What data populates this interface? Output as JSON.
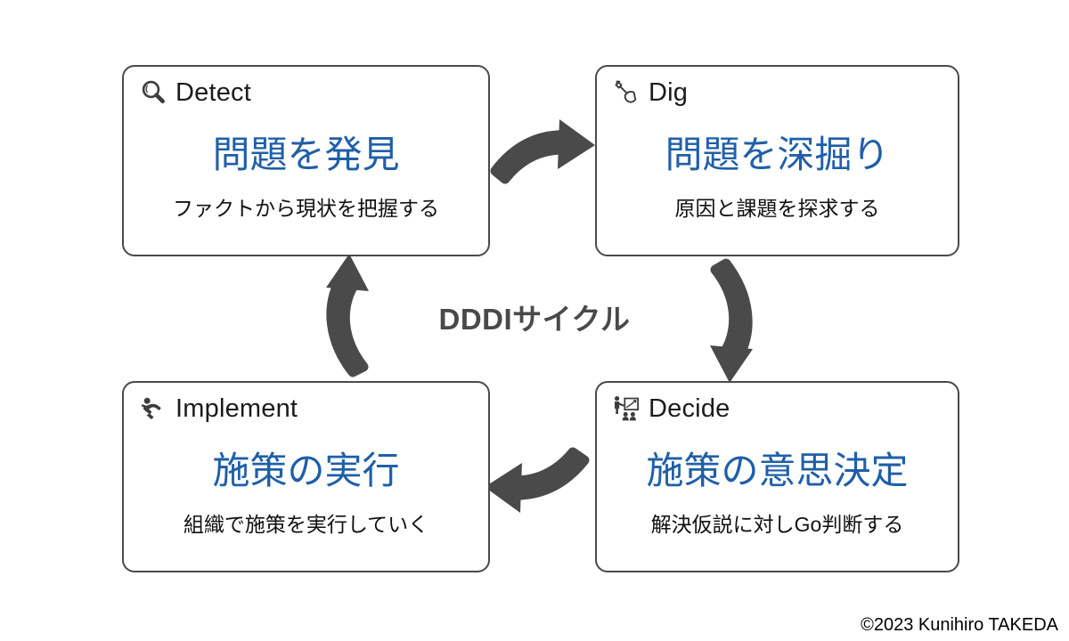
{
  "diagram": {
    "center_label": "DDDIサイクル",
    "copyright": "©2023 Kunihiro TAKEDA",
    "accent_color": "#1F5FA8",
    "box_border_color": "#4A4A4A",
    "arrow_color": "#4A4A4A",
    "label_color": "#494949",
    "nodes": [
      {
        "id": "detect",
        "en_label": "Detect",
        "icon": "magnifier-icon",
        "title": "問題を発見",
        "subtitle": "ファクトから現状を把握する"
      },
      {
        "id": "dig",
        "en_label": "Dig",
        "icon": "shovel-icon",
        "title": "問題を深掘り",
        "subtitle": "原因と課題を探求する"
      },
      {
        "id": "decide",
        "en_label": "Decide",
        "icon": "presenter-chart-icon",
        "title": "施策の意思決定",
        "subtitle": "解決仮説に対しGo判断する"
      },
      {
        "id": "implement",
        "en_label": "Implement",
        "icon": "running-person-icon",
        "title": "施策の実行",
        "subtitle": "組織で施策を実行していく"
      }
    ],
    "arrows": [
      {
        "id": "detect-to-dig",
        "from": "detect",
        "to": "dig",
        "direction": "right"
      },
      {
        "id": "dig-to-decide",
        "from": "dig",
        "to": "decide",
        "direction": "down"
      },
      {
        "id": "decide-to-implement",
        "from": "decide",
        "to": "implement",
        "direction": "left"
      },
      {
        "id": "implement-to-detect",
        "from": "implement",
        "to": "detect",
        "direction": "up"
      }
    ]
  }
}
